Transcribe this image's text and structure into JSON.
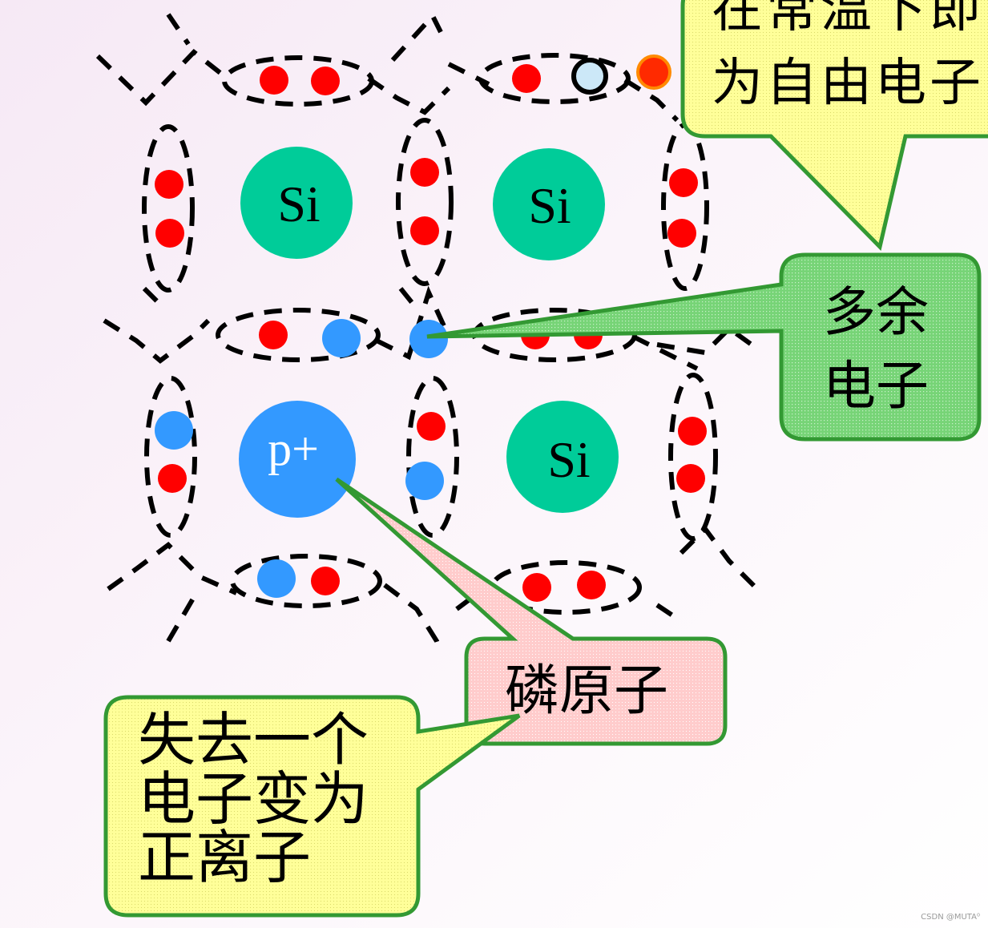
{
  "atoms": {
    "si_top_left": "Si",
    "si_top_right": "Si",
    "p_ion": "p+",
    "si_bottom_right": "Si"
  },
  "callouts": {
    "free_electron": {
      "line1": "在常温下即",
      "line2": "为自由电子"
    },
    "extra_electron": {
      "line1": "多余",
      "line2": "电子"
    },
    "phosphorus_atom": {
      "text": "磷原子"
    },
    "positive_ion": {
      "line1": "失去一个",
      "line2": "电子变为",
      "line3": "正离子"
    }
  },
  "watermark": "CSDN @MUTA⁰",
  "colors": {
    "si_atom": "#00cc99",
    "p_atom": "#3399ff",
    "bound_electron": "#ff0000",
    "extra_electron": "#3399ff",
    "free_electron_hole": "#cce8f8",
    "free_electron_target": "#ff2a00",
    "callout_yellow": "#ffff99",
    "callout_green": "#66cc66",
    "callout_pink": "#ffcccc",
    "callout_border": "#339933"
  }
}
